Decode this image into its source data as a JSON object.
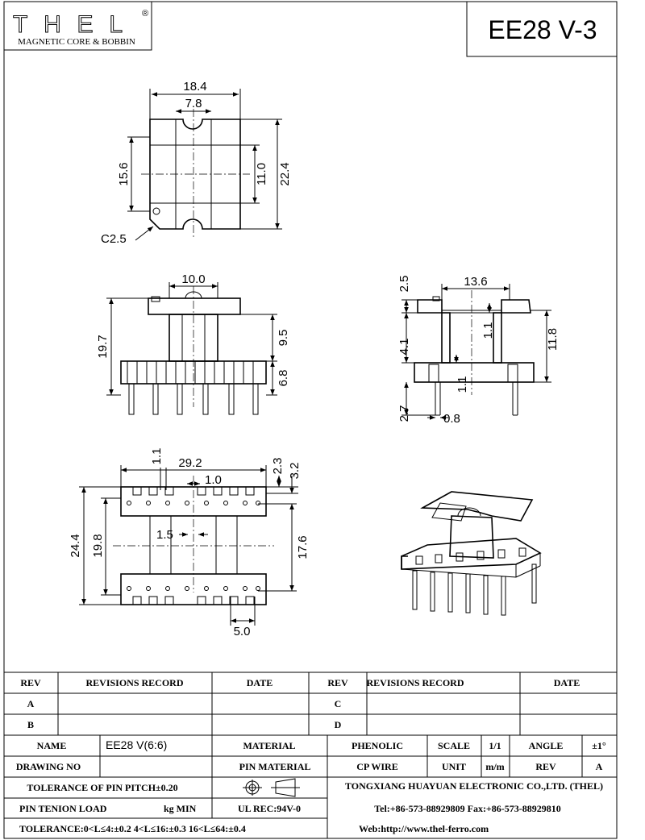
{
  "logo": {
    "brand": "THEL",
    "registered": "®",
    "tagline": "MAGNETIC CORE & BOBBIN"
  },
  "part_number": "EE28 V-3",
  "dimensions": {
    "top_view": {
      "width": "18.4",
      "slot": "7.8",
      "height": "22.4",
      "inner_left": "15.6",
      "inner_right": "11.0",
      "chamfer": "C2.5"
    },
    "front_view": {
      "flange": "10.0",
      "overall_height": "19.7",
      "upper_height": "9.5",
      "base_height": "6.8"
    },
    "side_view": {
      "width": "13.6",
      "top_thk": "2.5",
      "wall": "1.1",
      "height": "11.8",
      "mid": "4.1",
      "wall2": "1.1",
      "pin_len": "2.7",
      "pin_dia": "0.8"
    },
    "bottom_view": {
      "length": "29.2",
      "pin_w": "1.1",
      "slot_w": "1.0",
      "step1": "2.3",
      "step2": "3.2",
      "gap": "1.5",
      "overall": "24.4",
      "inner": "19.8",
      "pins_span": "17.6",
      "pitch": "5.0"
    }
  },
  "title_block": {
    "rev_header": [
      "REV",
      "REVISIONS RECORD",
      "DATE",
      "REV",
      "REVISIONS RECORD",
      "DATE"
    ],
    "rev_rows": [
      [
        "A",
        "C"
      ],
      [
        "B",
        "D"
      ]
    ],
    "name_label": "NAME",
    "name_value": "EE28 V(6:6)",
    "material_label": "MATERIAL",
    "material_value": "PHENOLIC",
    "scale_label": "SCALE",
    "scale_value": "1/1",
    "angle_label": "ANGLE",
    "angle_value": "±1°",
    "drawing_no_label": "DRAWING NO",
    "pin_material_label": "PIN MATERIAL",
    "pin_material_value": "CP WIRE",
    "unit_label": "UNIT",
    "unit_value": "m/m",
    "rev_label": "REV",
    "rev_value": "A",
    "tolerance_pitch": "TOLERANCE OF PIN PITCH±0.20",
    "company": "TONGXIANG HUAYUAN ELECTRONIC CO.,LTD.  (THEL)",
    "pin_tension": "PIN TENION LOAD",
    "pin_tension_unit": "kg MIN",
    "ul": "UL REC:94V-0",
    "tel": "Tel:+86-573-88929809 Fax:+86-573-88929810",
    "tolerance": "TOLERANCE:0<L≤4:±0.2  4<L≤16:±0.3  16<L≤64:±0.4",
    "web": "Web:http://www.thel-ferro.com"
  }
}
